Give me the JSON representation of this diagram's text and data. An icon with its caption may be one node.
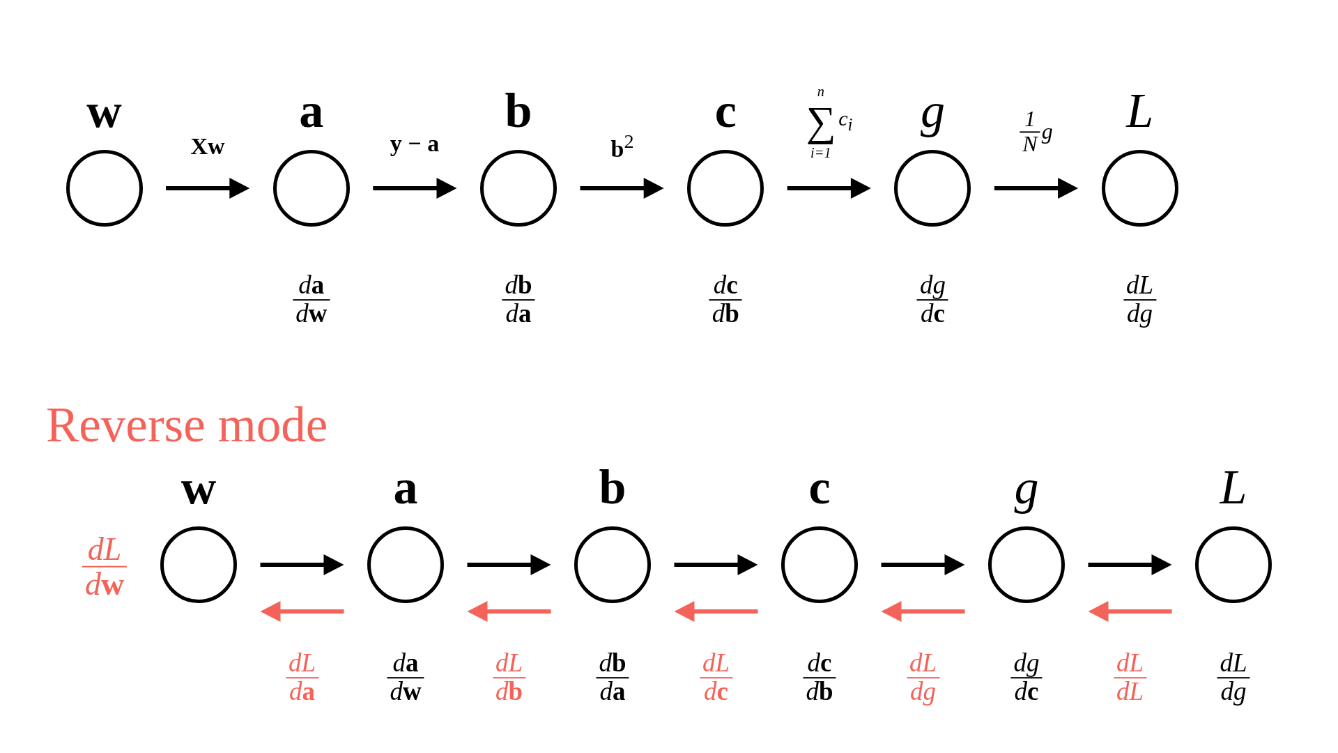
{
  "diagram": {
    "nodes": [
      {
        "text": [
          "w"
        ]
      },
      {
        "text": [
          "a"
        ],
        "beside": [
          "d**a** d**w**"
        ]
      },
      {
        "text": [
          "b"
        ],
        "beside": [
          "d**b** d**a**"
        ]
      },
      {
        "text": [
          "c"
        ],
        "beside": [
          "d**c** d**b**"
        ]
      },
      {
        "text": [
          "g"
        ],
        "beside": [
          "dg d**c**"
        ]
      },
      {
        "text": [
          "L"
        ],
        "beside": [
          "dL dg"
        ]
      },
      {
        "text": [
          "w"
        ],
        "beside": [
          "dL d**w**"
        ]
      },
      {
        "text": [
          "a"
        ],
        "beside": [
          "d**a** d**w**"
        ]
      },
      {
        "text": [
          "b"
        ],
        "beside": [
          "d**b** d**a**"
        ]
      },
      {
        "text": [
          "c"
        ],
        "beside": [
          "d**c** d**b**"
        ]
      },
      {
        "text": [
          "g"
        ],
        "beside": [
          "dg d**c**"
        ]
      },
      {
        "text": [
          "L"
        ],
        "beside": [
          "dL dg"
        ]
      }
    ],
    "edges": [
      {
        "from": 0,
        "to": 1,
        "arrow": "to",
        "label": "Xw"
      },
      {
        "from": 1,
        "to": 2,
        "arrow": "to",
        "label": "y − a"
      },
      {
        "from": 2,
        "to": 3,
        "arrow": "to",
        "label": "**b**$^{2}$"
      },
      {
        "from": 3,
        "to": 4,
        "arrow": "to",
        "label": "$^{n}$∑$_{i=1}$c$_{i}$"
      },
      {
        "from": 4,
        "to": 5,
        "arrow": "to",
        "label": "1 N g"
      },
      {
        "from": 6,
        "to": 7,
        "arrow": "to"
      },
      {
        "from": 7,
        "to": 8,
        "arrow": "to"
      },
      {
        "from": 8,
        "to": 9,
        "arrow": "to"
      },
      {
        "from": 9,
        "to": 10,
        "arrow": "to"
      },
      {
        "from": 10,
        "to": 11,
        "arrow": "to"
      },
      {
        "from": 7,
        "to": 6,
        "arrow": "to",
        "label": "dL d**a**",
        "color": "#f4635a"
      },
      {
        "from": 8,
        "to": 7,
        "arrow": "to",
        "label": "dL d**b**",
        "color": "#f4635a"
      },
      {
        "from": 9,
        "to": 8,
        "arrow": "to",
        "label": "dL d**c**",
        "color": "#f4635a"
      },
      {
        "from": 10,
        "to": 9,
        "arrow": "to",
        "label": "dL dg",
        "color": "#f4635a"
      },
      {
        "from": 11,
        "to": 10,
        "arrow": "to",
        "label": "dL dL",
        "color": "#f4635a"
      }
    ],
    "labels": [
      "Reverse mode"
    ]
  }
}
